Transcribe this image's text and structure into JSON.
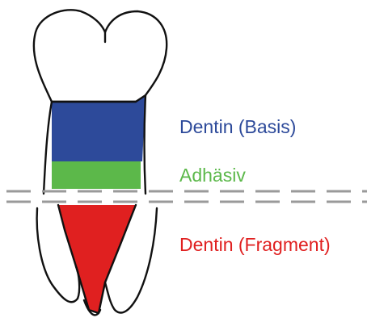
{
  "labels": {
    "dentin_basis": "Dentin (Basis)",
    "adhesiv": "Adhäsiv",
    "dentin_fragment": "Dentin (Fragment)"
  },
  "colors": {
    "dentin_basis": "#2d4a9a",
    "adhesiv": "#5cb84a",
    "dentin_fragment": "#e02020",
    "outline": "#111111",
    "fracture_line": "#9a9a9a"
  }
}
